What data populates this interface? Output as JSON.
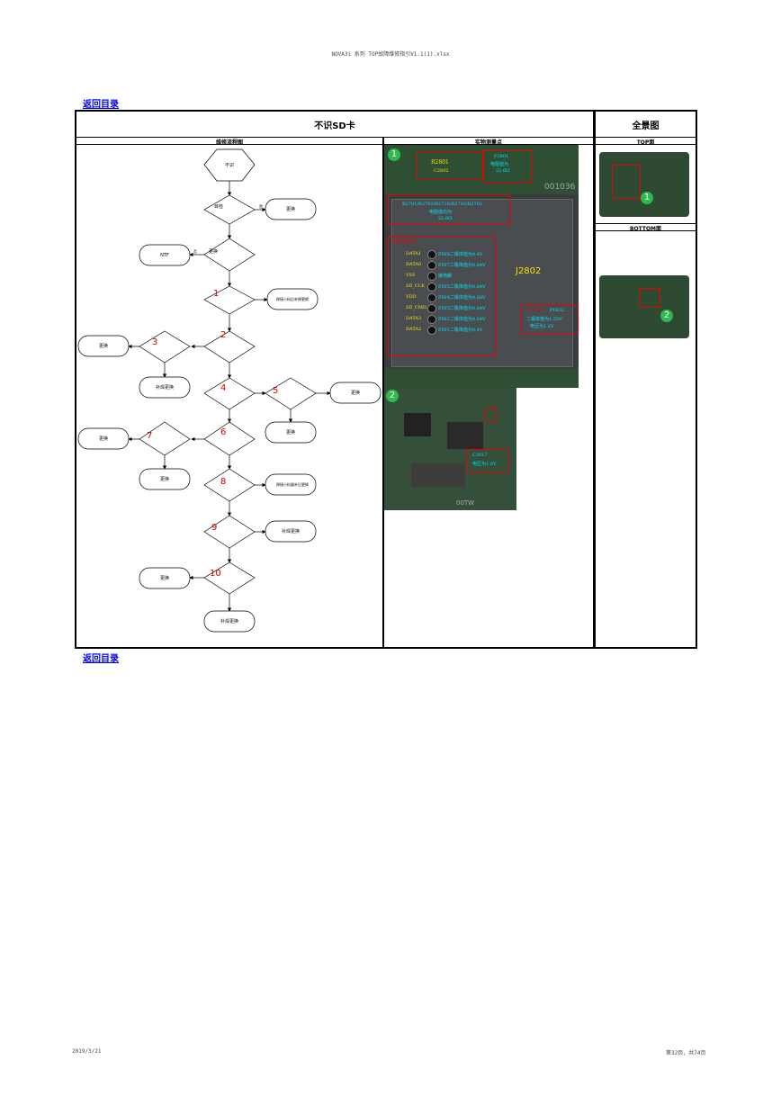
{
  "header": {
    "filename": "NOVA3i 系列 TOP故障维修指引V1.1(1).xlsx"
  },
  "nav": {
    "back_to_toc": "返回目录"
  },
  "table": {
    "title": "不识SD卡",
    "flow_header": "维修流程图",
    "measure_header": "实物测量点",
    "panorama_title": "全景图",
    "top_label": "TOP面",
    "bottom_label": "BOTTOM面"
  },
  "flowchart": {
    "start": "不识",
    "d1": "目检",
    "r1": "更换",
    "d2": "更换",
    "ntf": "NTF",
    "steps": [
      "1",
      "2",
      "3",
      "4",
      "5",
      "6",
      "7",
      "8",
      "9",
      "10"
    ],
    "b1": "焊接小料后补焊更换",
    "b3": "更换",
    "b3b": "补焊更换",
    "b5": "更换",
    "b5b": "更换",
    "b7": "更换",
    "b7b": "更换",
    "b8": "焊接小料器补后更换",
    "b9": "补焊更换",
    "b10": "更换",
    "end": "补焊更换",
    "yes": "是",
    "no": "否"
  },
  "photo1": {
    "marker": "1",
    "code": "001036",
    "conn": "J2802",
    "slot": "SD2801",
    "lbl_a": "R2801",
    "lbl_a2": "C2802",
    "lbl_b": "F2801",
    "lbl_b2": "电阻值为",
    "lbl_b3": "22.6Ω",
    "lbl_c": "R2701/R2705/R2716/R2702/R2701",
    "lbl_c2": "电阻值均为",
    "lbl_c3": "22.6Ω",
    "pins": [
      {
        "name": "DATA1",
        "desc": "PIN8二极体值为0.4V"
      },
      {
        "name": "DATA0",
        "desc": "PIN7二极体值为0.84V"
      },
      {
        "name": "VSS",
        "desc": "接地脚"
      },
      {
        "name": "SD_CLK",
        "desc": "PIN5二极体值为0.84V"
      },
      {
        "name": "VDD",
        "desc": "PIN4二极体值为0.88V"
      },
      {
        "name": "SD_CMD",
        "desc": "PIN3二极体值为0.84V"
      },
      {
        "name": "DATA3",
        "desc": "PIN2二极体值为0.84V"
      },
      {
        "name": "DATA2",
        "desc": "PIN1二极体值为0.4V"
      }
    ],
    "side_title": "C2801",
    "side_1": "PIN22",
    "side_2": "二极体值为1.55V",
    "side_3": "电压为1.8V"
  },
  "photo2": {
    "marker": "2",
    "lbl1": "C2817",
    "lbl2": "电压为1.8V",
    "code": "00TW"
  },
  "panorama": {
    "m1": "1",
    "m2": "2"
  },
  "footer": {
    "date": "2019/3/21",
    "page": "第32页，共74页"
  }
}
